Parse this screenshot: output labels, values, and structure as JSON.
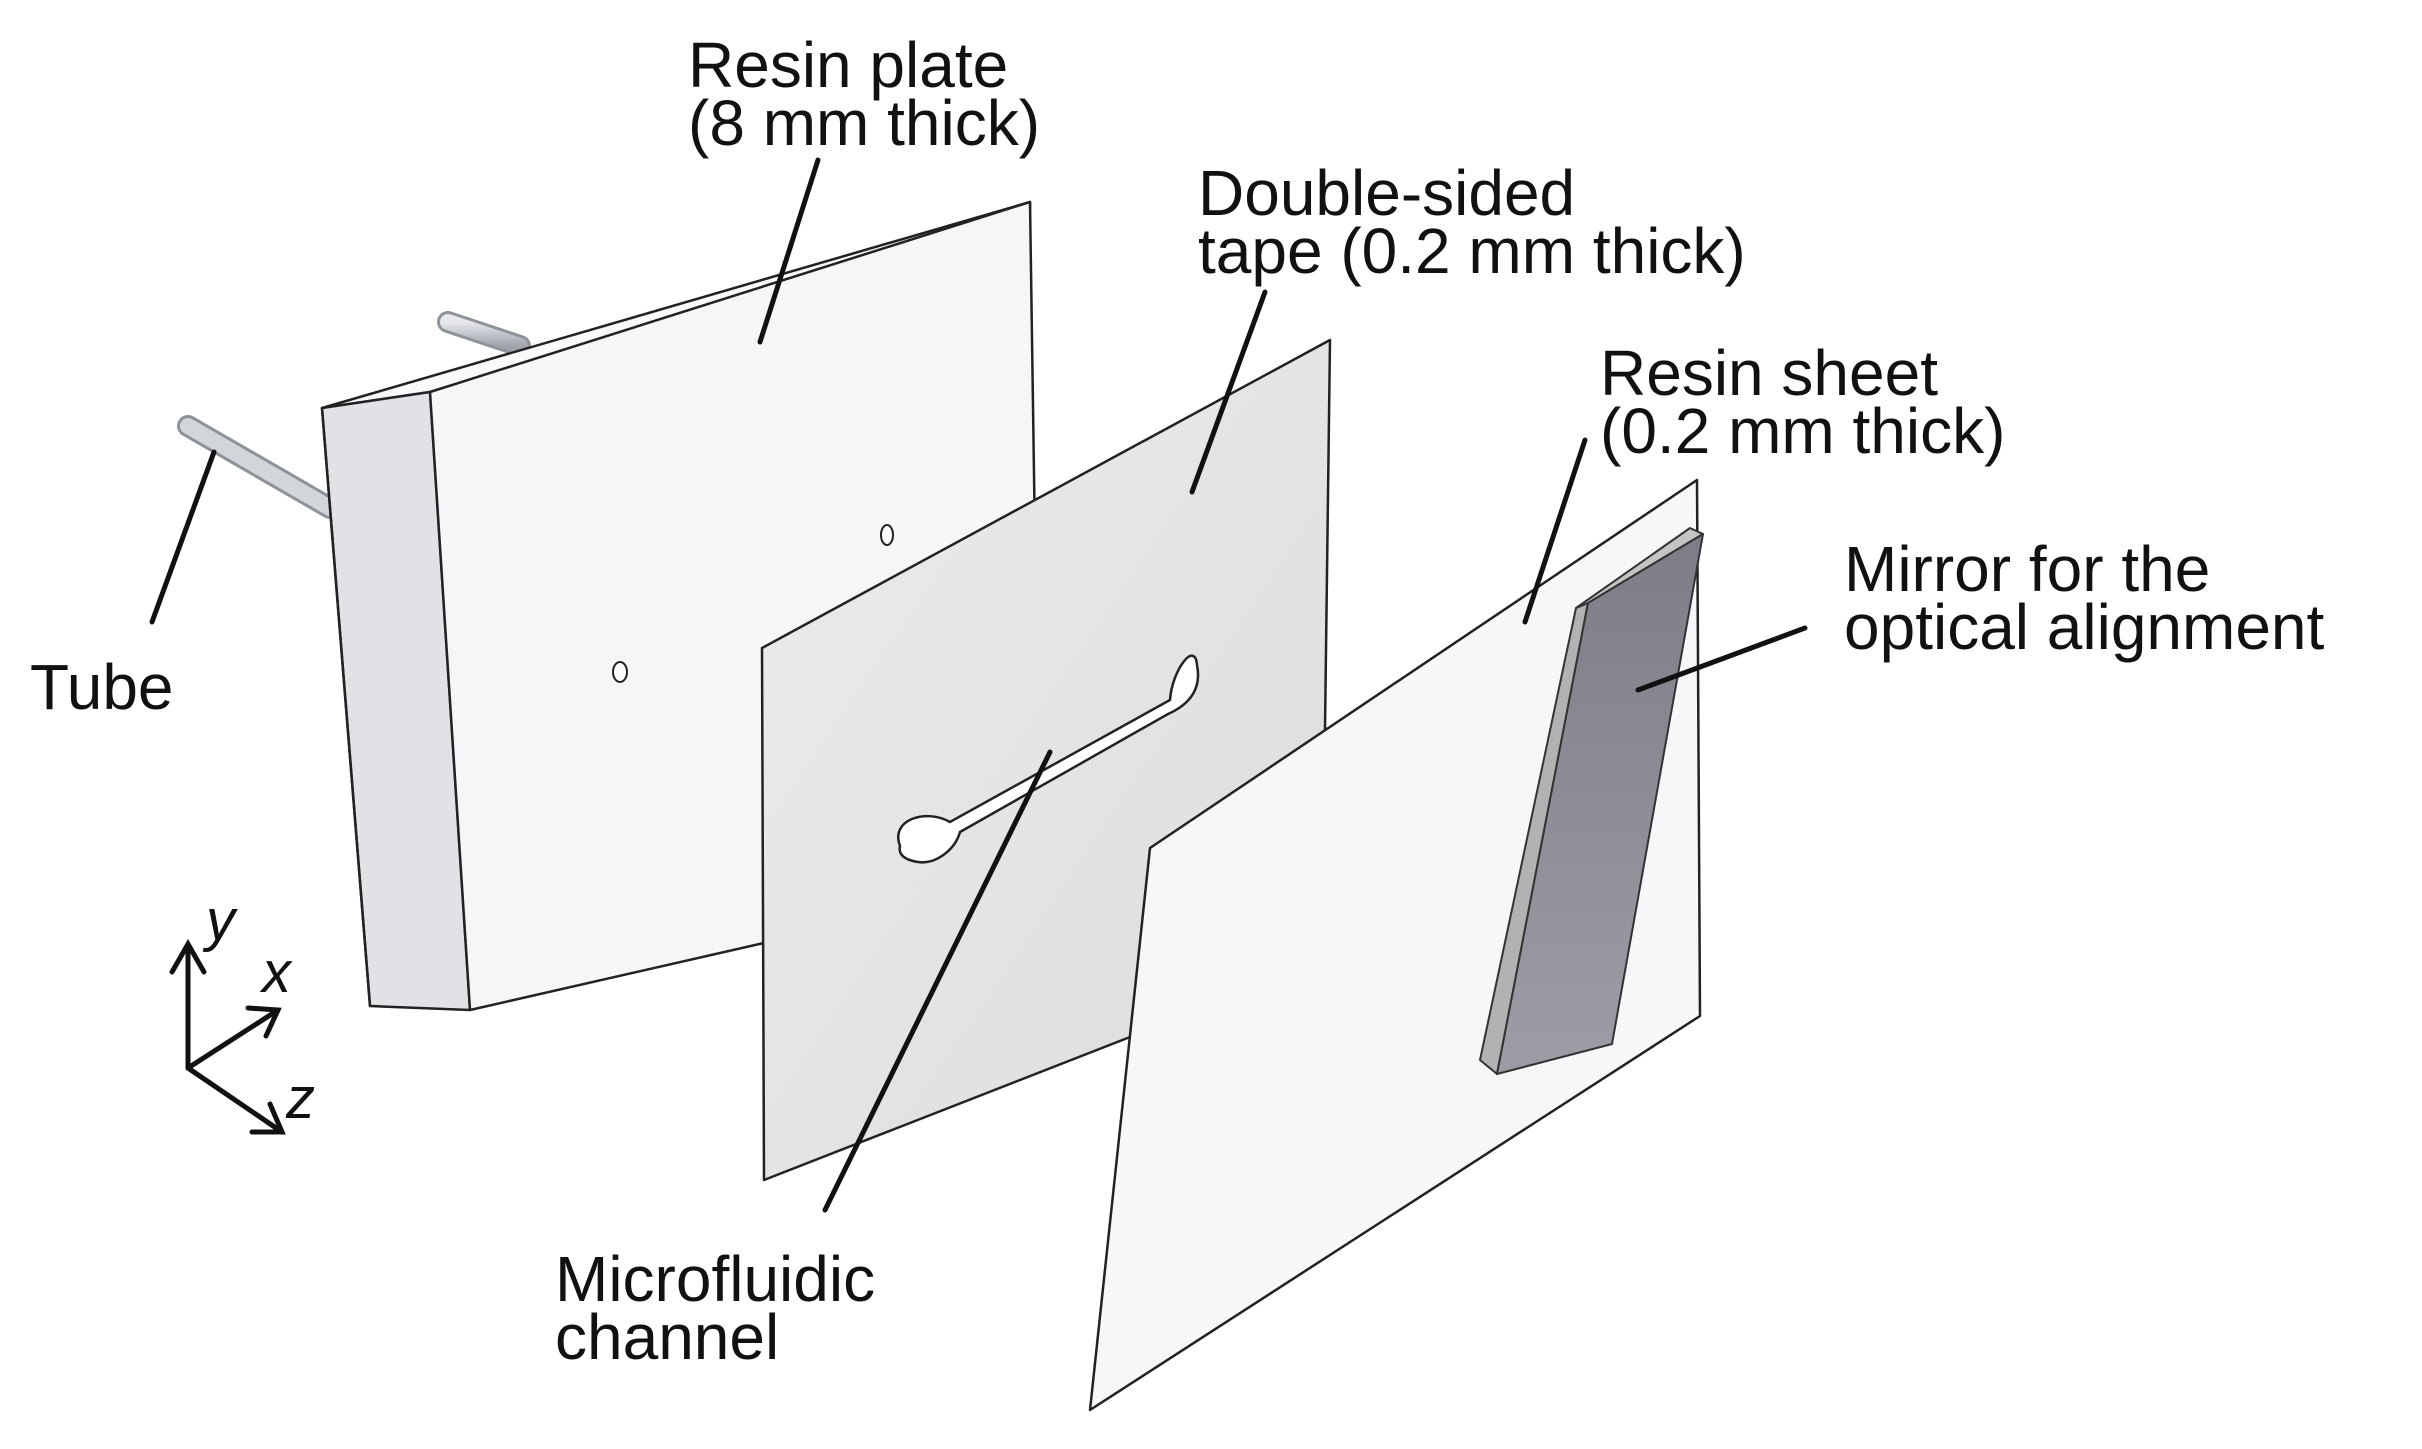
{
  "labels": {
    "resin_plate": {
      "line1": "Resin plate",
      "line2": "(8 mm thick)"
    },
    "double_sided_tape": {
      "line1": "Double-sided",
      "line2": "tape (0.2 mm thick)"
    },
    "resin_sheet": {
      "line1": "Resin sheet",
      "line2": "(0.2 mm thick)"
    },
    "mirror": {
      "line1": "Mirror for the",
      "line2": "optical alignment"
    },
    "tube": "Tube",
    "microfluidic_channel": {
      "line1": "Microfluidic",
      "line2": "channel"
    }
  },
  "axes": {
    "y": "y",
    "x": "x",
    "z": "z"
  },
  "colors": {
    "plate_front": "#f6f6f8",
    "plate_side": "#e4e4e8",
    "plate_top": "#f9f9fb",
    "tape": "#e8e8ea",
    "sheet": "#f7f7f9",
    "mirror_front": "#8a8a92",
    "mirror_edge": "#b4b4b4",
    "tube": "#c9ccd1",
    "outline": "#222222"
  }
}
